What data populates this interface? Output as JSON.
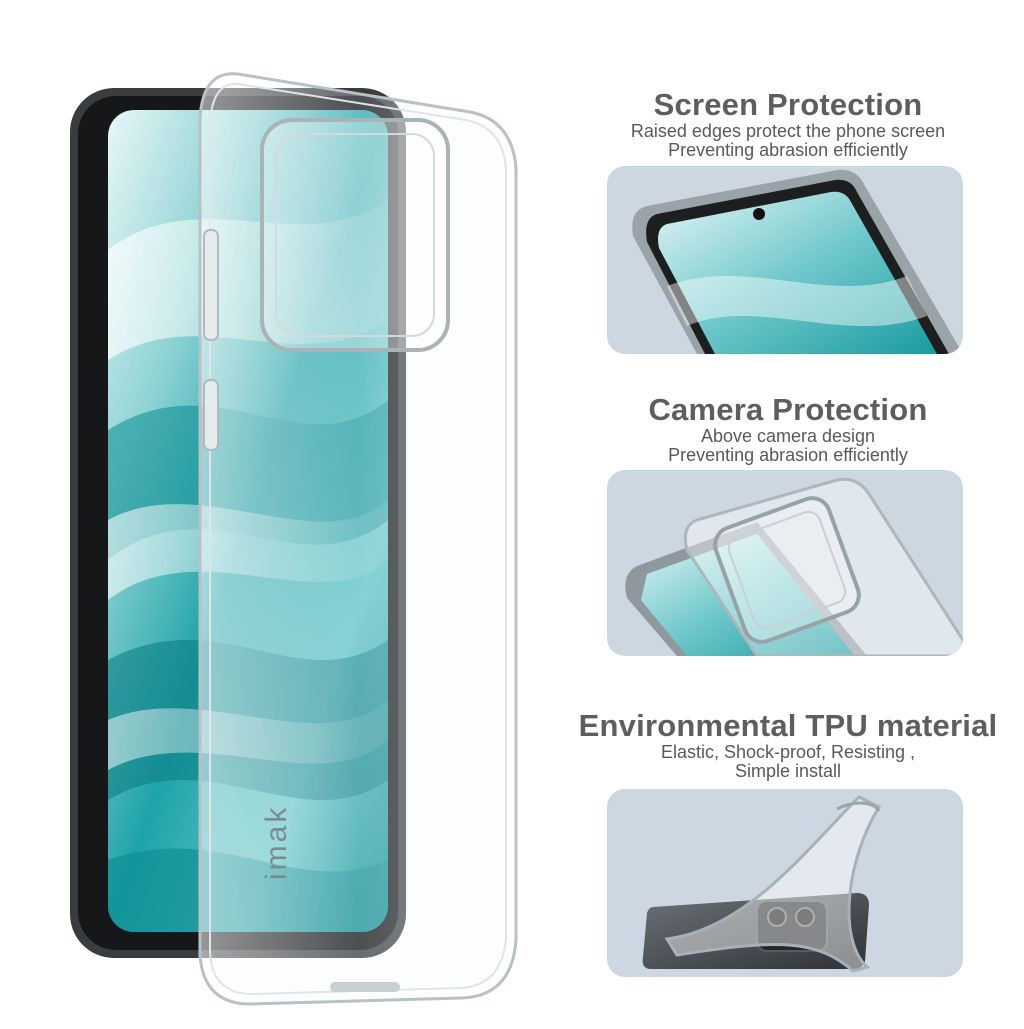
{
  "hero": {
    "brand_mark": "imak"
  },
  "features": [
    {
      "title": "Screen Protection",
      "lines": [
        "Raised edges protect the phone screen",
        "Preventing abrasion efficiently"
      ],
      "image_icon": "phone-screen-edge-closeup"
    },
    {
      "title": "Camera Protection",
      "lines": [
        "Above camera design",
        "Preventing abrasion efficiently"
      ],
      "image_icon": "camera-bump-closeup"
    },
    {
      "title": "Environmental TPU material",
      "lines": [
        "Elastic, Shock-proof, Resisting ,",
        "Simple install"
      ],
      "image_icon": "flexible-case-bending"
    }
  ],
  "colors": {
    "title_gray": "#5e5e5e",
    "text_gray": "#595959",
    "panel_bg": "#ccd7e2",
    "screen_teal": "#22a9ad",
    "screen_light": "#bfe7e8"
  }
}
